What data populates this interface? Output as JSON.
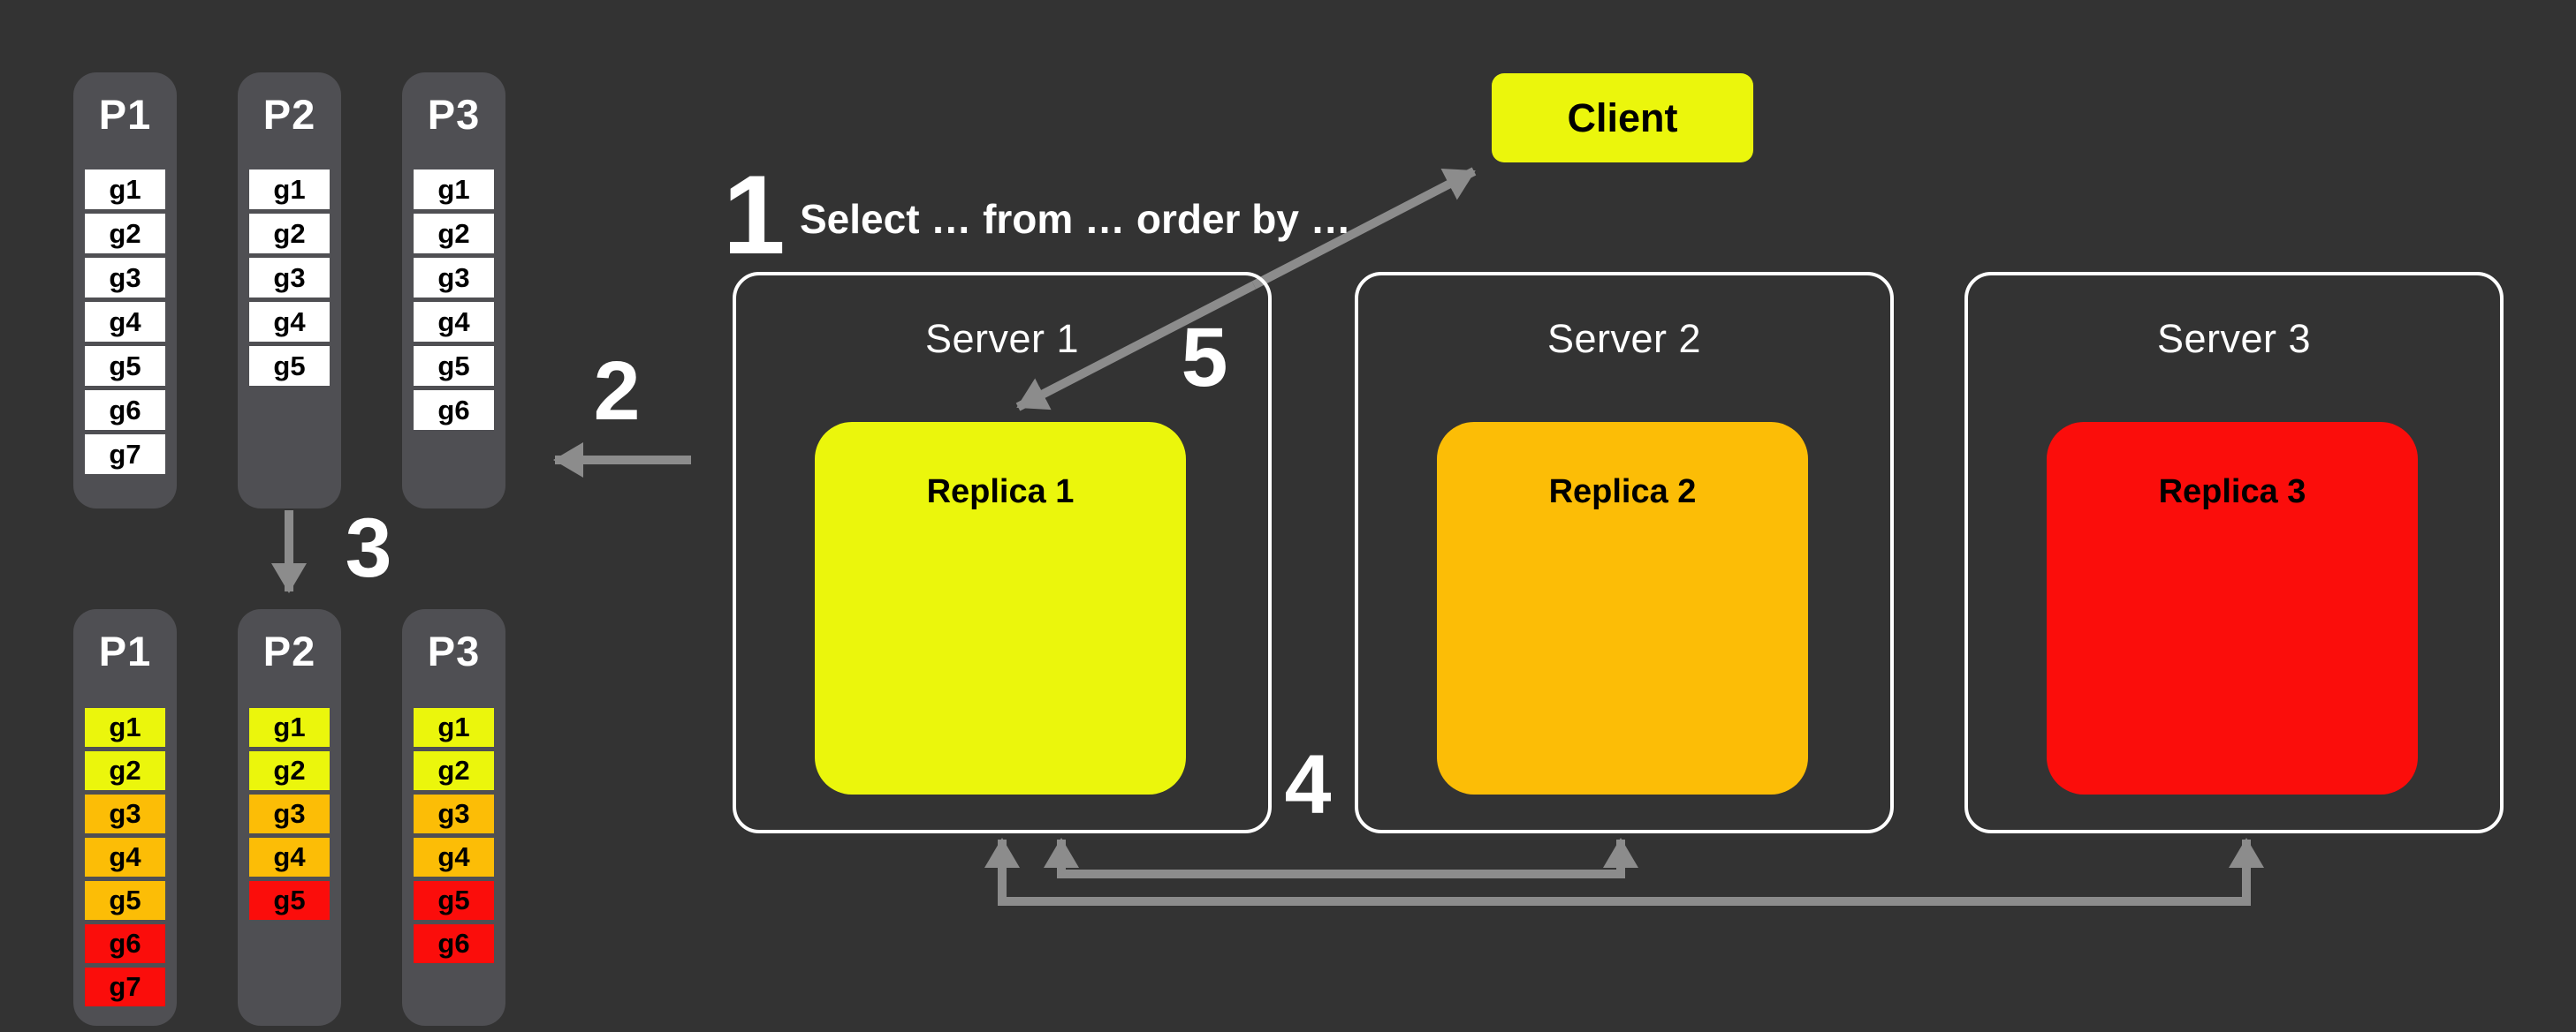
{
  "colors": {
    "bg": "#333333",
    "column": "#4F4F53",
    "arrow": "#8C8C8C",
    "white": "#FFFFFF",
    "yellow": "#EBF60C",
    "orange": "#FCBD06",
    "red": "#FB0D0B"
  },
  "top_partitions": [
    {
      "label": "P1",
      "cells": [
        {
          "label": "g1",
          "color": "white"
        },
        {
          "label": "g2",
          "color": "white"
        },
        {
          "label": "g3",
          "color": "white"
        },
        {
          "label": "g4",
          "color": "white"
        },
        {
          "label": "g5",
          "color": "white"
        },
        {
          "label": "g6",
          "color": "white"
        },
        {
          "label": "g7",
          "color": "white"
        }
      ]
    },
    {
      "label": "P2",
      "cells": [
        {
          "label": "g1",
          "color": "white"
        },
        {
          "label": "g2",
          "color": "white"
        },
        {
          "label": "g3",
          "color": "white"
        },
        {
          "label": "g4",
          "color": "white"
        },
        {
          "label": "g5",
          "color": "white"
        }
      ]
    },
    {
      "label": "P3",
      "cells": [
        {
          "label": "g1",
          "color": "white"
        },
        {
          "label": "g2",
          "color": "white"
        },
        {
          "label": "g3",
          "color": "white"
        },
        {
          "label": "g4",
          "color": "white"
        },
        {
          "label": "g5",
          "color": "white"
        },
        {
          "label": "g6",
          "color": "white"
        }
      ]
    }
  ],
  "bottom_partitions": [
    {
      "label": "P1",
      "cells": [
        {
          "label": "g1",
          "color": "yellow"
        },
        {
          "label": "g2",
          "color": "yellow"
        },
        {
          "label": "g3",
          "color": "orange"
        },
        {
          "label": "g4",
          "color": "orange"
        },
        {
          "label": "g5",
          "color": "orange"
        },
        {
          "label": "g6",
          "color": "red"
        },
        {
          "label": "g7",
          "color": "red"
        }
      ]
    },
    {
      "label": "P2",
      "cells": [
        {
          "label": "g1",
          "color": "yellow"
        },
        {
          "label": "g2",
          "color": "yellow"
        },
        {
          "label": "g3",
          "color": "orange"
        },
        {
          "label": "g4",
          "color": "orange"
        },
        {
          "label": "g5",
          "color": "red"
        }
      ]
    },
    {
      "label": "P3",
      "cells": [
        {
          "label": "g1",
          "color": "yellow"
        },
        {
          "label": "g2",
          "color": "yellow"
        },
        {
          "label": "g3",
          "color": "orange"
        },
        {
          "label": "g4",
          "color": "orange"
        },
        {
          "label": "g5",
          "color": "red"
        },
        {
          "label": "g6",
          "color": "red"
        }
      ]
    }
  ],
  "servers": [
    {
      "label": "Server 1",
      "replica_label": "Replica 1",
      "replica_color": "yellow"
    },
    {
      "label": "Server 2",
      "replica_label": "Replica 2",
      "replica_color": "orange"
    },
    {
      "label": "Server 3",
      "replica_label": "Replica 3",
      "replica_color": "red"
    }
  ],
  "client": {
    "label": "Client"
  },
  "steps": [
    {
      "num": "1",
      "text": "Select … from … order by …"
    },
    {
      "num": "2"
    },
    {
      "num": "3"
    },
    {
      "num": "4"
    },
    {
      "num": "5"
    }
  ]
}
